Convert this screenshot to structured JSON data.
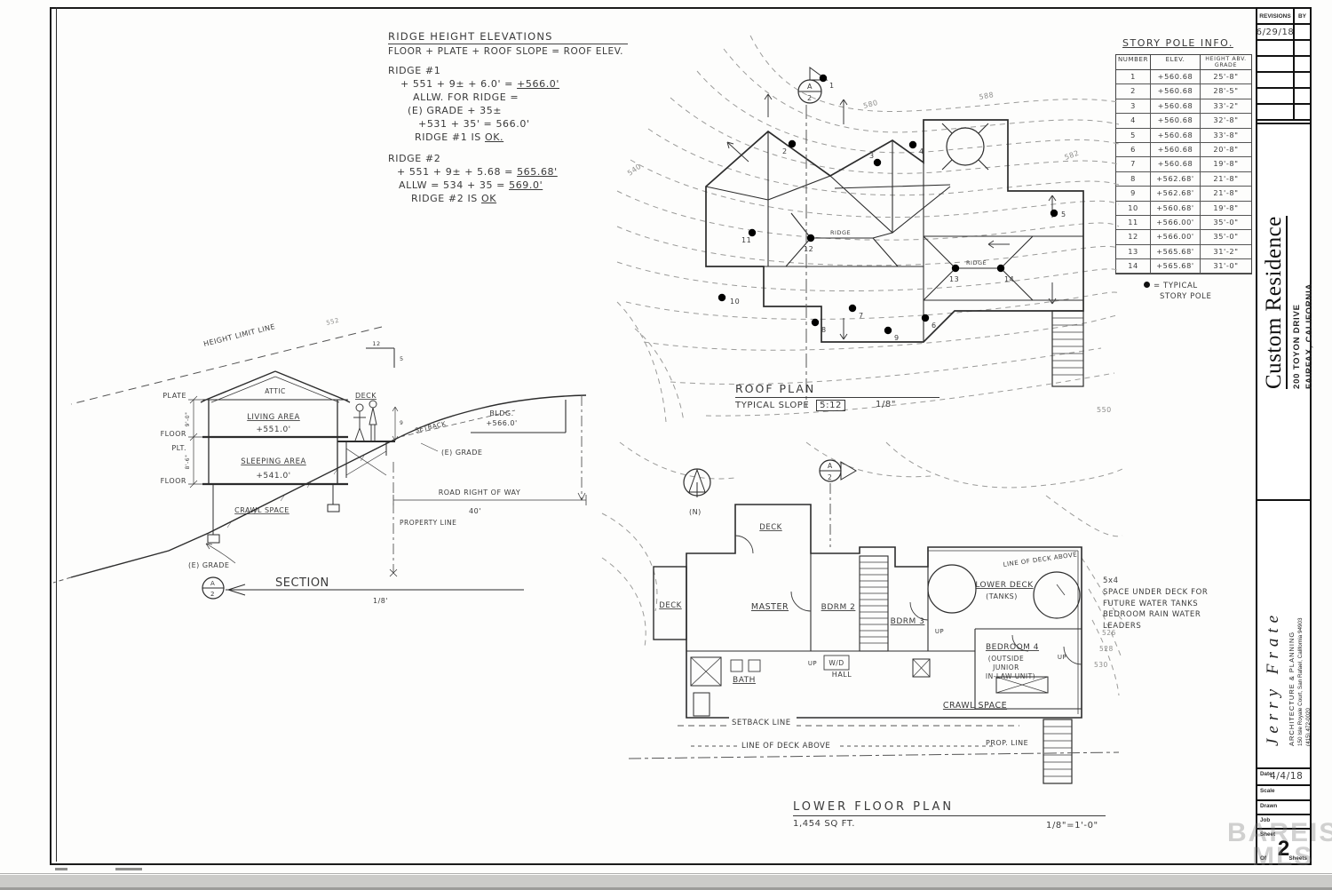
{
  "revisions": {
    "header": "REVISIONS",
    "by": "BY",
    "rows": [
      "6/29/18",
      "",
      "",
      "",
      "",
      ""
    ]
  },
  "project": {
    "title": "Custom Residence",
    "address1": "200 TOYON DRIVE",
    "address2": "FAIRFAX, CALIFORNIA"
  },
  "architect": {
    "name": "Jerry Frate",
    "line1": "ARCHITECTURE & PLANNING",
    "line2": "150 Isle Royale Court, San Rafael, California 94903",
    "line3": "(415) 472-0020"
  },
  "title_block": {
    "date_label": "Date",
    "date_value": "4/4/18",
    "scale_label": "Scale",
    "drawn_label": "Drawn",
    "job_label": "Job",
    "sheet_label": "Sheet",
    "sheet_number": "2",
    "of_label": "Of",
    "sheets_label": "Sheets"
  },
  "watermark": {
    "line1": "BAREIS",
    "line2": "MLS",
    "reg": "®"
  },
  "ridge_notes": {
    "title": "RIDGE HEIGHT ELEVATIONS",
    "subtitle": "FLOOR + PLATE + ROOF SLOPE = ROOF ELEV.",
    "r1_header": "RIDGE #1",
    "r1_eq": "+ 551 + 9± + 6.0' =",
    "r1_result": "+566.0'",
    "r1_allow1": "ALLW. FOR RIDGE =",
    "r1_allow2": "(E) GRADE + 35±",
    "r1_allow3": "+531 + 35' = 566.0'",
    "r1_ok": "RIDGE #1 IS",
    "r1_ok2": "OK.",
    "r2_header": "RIDGE #2",
    "r2_eq": "+ 551 + 9± + 5.68 =",
    "r2_result": "565.68'",
    "r2_allow": "ALLW = 534 + 35 =",
    "r2_allow_result": "569.0'",
    "r2_ok": "RIDGE #2 IS",
    "r2_ok2": "OK"
  },
  "story_pole": {
    "title": "STORY POLE INFO.",
    "headers": [
      "NUMBER",
      "ELEV.",
      "HEIGHT ABV. GRADE"
    ],
    "rows": [
      [
        "1",
        "+560.68",
        "25'-8\""
      ],
      [
        "2",
        "+560.68",
        "28'-5\""
      ],
      [
        "3",
        "+560.68",
        "33'-2\""
      ],
      [
        "4",
        "+560.68",
        "32'-8\""
      ],
      [
        "5",
        "+560.68",
        "33'-8\""
      ],
      [
        "6",
        "+560.68",
        "20'-8\""
      ],
      [
        "7",
        "+560.68",
        "19'-8\""
      ],
      [
        "8",
        "+562.68'",
        "21'-8\""
      ],
      [
        "9",
        "+562.68'",
        "21'-8\""
      ],
      [
        "10",
        "+560.68'",
        "19'-8\""
      ],
      [
        "11",
        "+566.00'",
        "35'-0\""
      ],
      [
        "12",
        "+566.00'",
        "35'-0\""
      ],
      [
        "13",
        "+565.68'",
        "31'-2\""
      ],
      [
        "14",
        "+565.68'",
        "31'-0\""
      ]
    ],
    "legend1": "= TYPICAL",
    "legend2": "STORY POLE"
  },
  "roof_plan": {
    "title": "ROOF PLAN",
    "subtitle": "TYPICAL SLOPE",
    "slope": "5:12",
    "scale": "1/8\"",
    "ridge_label": "RIDGE",
    "marker_top": "A",
    "marker_bottom": "2",
    "contours": {
      "c580": "580",
      "c588": "588",
      "c582": "582",
      "c540": "540",
      "c550": "550"
    },
    "poles": [
      "1",
      "2",
      "3",
      "4",
      "5",
      "6",
      "7",
      "8",
      "9",
      "10",
      "11",
      "12",
      "13",
      "14"
    ]
  },
  "section": {
    "height_limit": "HEIGHT LIMIT LINE",
    "c552": "552",
    "plate": "PLATE",
    "attic": "ATTIC",
    "living": "LIVING AREA",
    "living_elev": "+551.0'",
    "floor": "FLOOR",
    "plt": "PLT.",
    "sleeping": "SLEEPING AREA",
    "sleeping_elev": "+541.0'",
    "crawl": "CRAWL SPACE",
    "deck": "DECK",
    "deck_dim": "9",
    "dim1": "9'-0\"",
    "dim2": "8'-6\"",
    "slope_h": "12",
    "slope_v": "5",
    "setback": "SETBACK",
    "grade": "(E) GRADE",
    "grade2": "(E) GRADE",
    "bldg": "BLDG.",
    "bldg_elev": "+566.0'",
    "row_label": "ROAD RIGHT OF WAY",
    "row_width": "40'",
    "property_line": "PROPERTY LINE",
    "name": "SECTION",
    "scale": "1/8'",
    "marker_top": "A",
    "marker_bottom": "2"
  },
  "floor_plan": {
    "title": "LOWER FLOOR PLAN",
    "area": "1,454 SQ FT.",
    "scale": "1/8\"=1'-0\"",
    "rooms": {
      "deck_top": "DECK",
      "master": "MASTER",
      "bdrm2": "BDRM 2",
      "deck_left": "DECK",
      "bath": "BATH",
      "wd": "W/D",
      "hall": "HALL",
      "up": "UP",
      "bdrm3": "BDRM 3",
      "lower_deck": "LOWER DECK",
      "lower_deck2": "(TANKS)",
      "bedroom4": "BEDROOM 4",
      "bedroom4_n1": "(OUTSIDE",
      "bedroom4_n2": "JUNIOR",
      "bedroom4_n3": "IN-LAW UNIT)",
      "crawl": "CRAWL SPACE"
    },
    "annotations": {
      "deck_above_top": "LINE OF DECK ABOVE",
      "setback": "SETBACK LINE",
      "deck_above_bottom": "LINE OF DECK ABOVE",
      "prop_line": "PROP. LINE",
      "north": "(N)",
      "marker_top": "A",
      "marker_bottom": "2"
    },
    "notes": [
      "5x4",
      "SPACE UNDER DECK FOR",
      "FUTURE WATER TANKS",
      "BEDROOM RAIN WATER",
      "LEADERS"
    ],
    "contours": {
      "c526": "526",
      "c528": "528",
      "c530": "530"
    }
  }
}
